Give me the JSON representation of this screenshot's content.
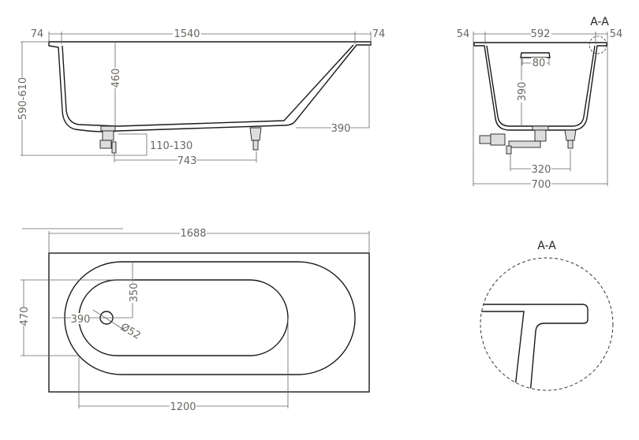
{
  "side_view": {
    "rim_left": "74",
    "length": "1540",
    "rim_right": "74",
    "height": "590-610",
    "depth": "460",
    "drain_height": "110-130",
    "foot_spacing": "743",
    "slope_offset": "390"
  },
  "section_view": {
    "label": "A-A",
    "rim_left": "54",
    "width_inner": "592",
    "rim_right": "54",
    "drain_width": "80",
    "depth": "390",
    "foot_spacing": "320",
    "overall_width": "700"
  },
  "plan_view": {
    "overall_length": "1688",
    "overall_width": "470",
    "drain_offset_y": "350",
    "drain_offset_x": "390",
    "drain_diameter": "Ø52",
    "basin_length": "1200"
  },
  "detail_view": {
    "label": "A-A"
  }
}
